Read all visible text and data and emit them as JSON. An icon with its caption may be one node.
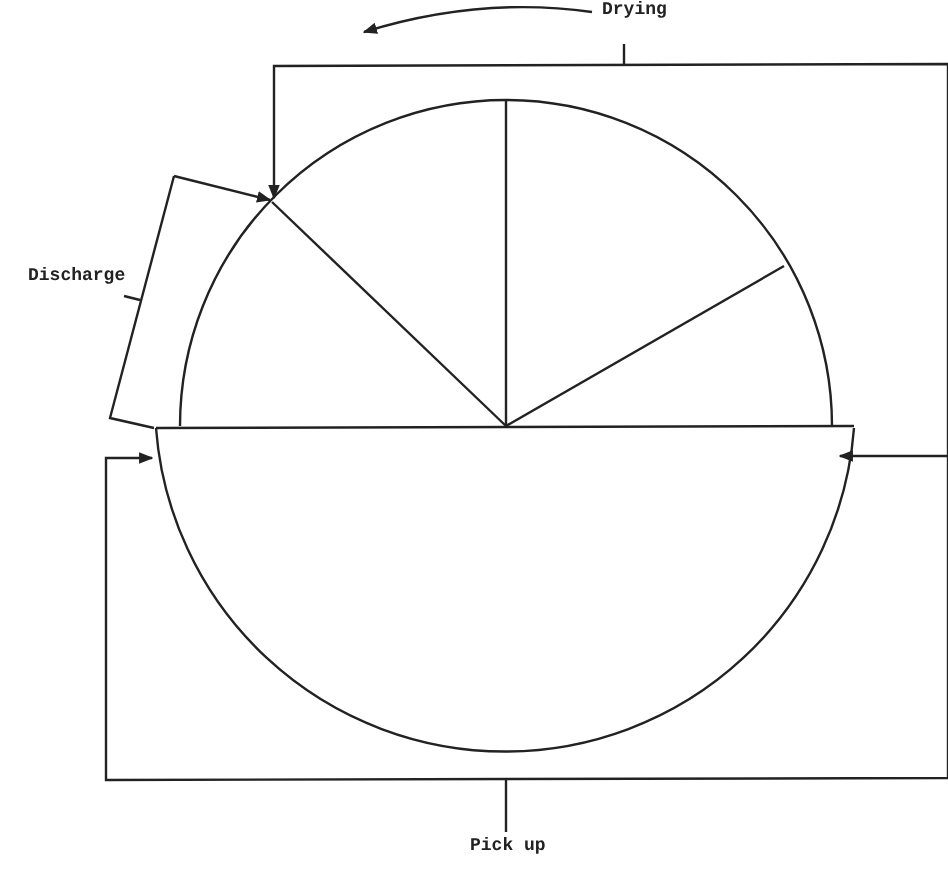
{
  "diagram": {
    "labels": [
      "Drying",
      "Discharge",
      "Pick up"
    ]
  }
}
